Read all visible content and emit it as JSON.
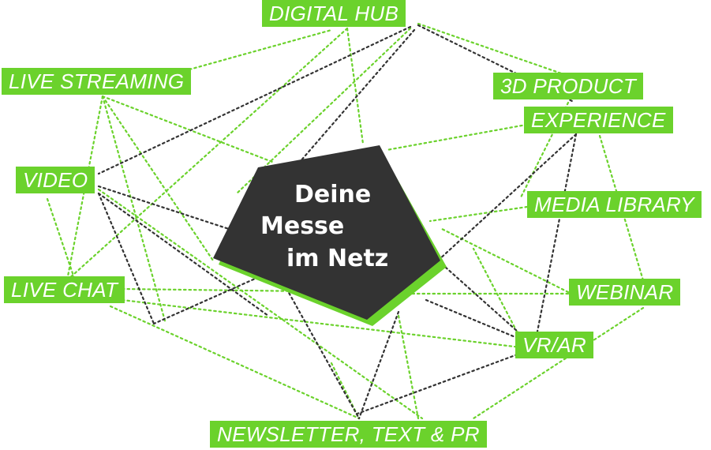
{
  "center": {
    "line1": "Deine",
    "line2": "Messe",
    "line3": "im Netz"
  },
  "nodes": {
    "digital_hub": "DIGITAL HUB",
    "live_streaming": "LIVE STREAMING",
    "product_3d": "3D PRODUCT",
    "experience": "EXPERIENCE",
    "video": "VIDEO",
    "media_library": "MEDIA LIBRARY",
    "live_chat": "LIVE CHAT",
    "webinar": "WEBINAR",
    "vr_ar": "VR/AR",
    "newsletter": "NEWSLETTER, TEXT & PR"
  },
  "colors": {
    "accent_green": "#6bd22c",
    "center_dark": "#333333",
    "link_green": "#6bd22c",
    "link_dark": "#333333",
    "label_text": "#ffffff"
  }
}
